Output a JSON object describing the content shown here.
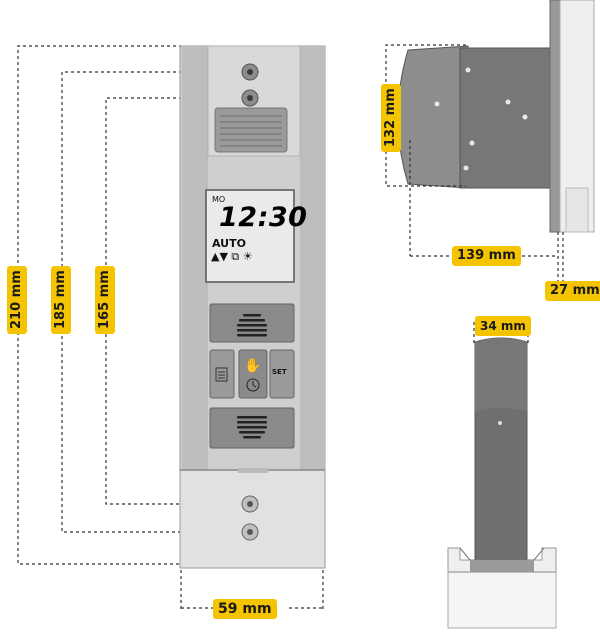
{
  "dimensions": {
    "front_height_outer": "210 mm",
    "front_height_mid": "185 mm",
    "front_height_inner": "165 mm",
    "front_width": "59 mm",
    "side_height": "132 mm",
    "side_depth": "139 mm",
    "side_thickness": "27 mm",
    "bottom_width": "34 mm"
  },
  "display": {
    "day": "MO",
    "time": "12:30",
    "mode": "AUTO",
    "button_set": "SET"
  },
  "icons": [
    "up-down-arrows-icon",
    "copy-icon",
    "sun-icon",
    "hand-icon",
    "clock-icon",
    "list-icon"
  ],
  "colors": {
    "label_bg": "#f5c400",
    "housing": "#c9c9c9",
    "button": "#8a8a8a"
  }
}
